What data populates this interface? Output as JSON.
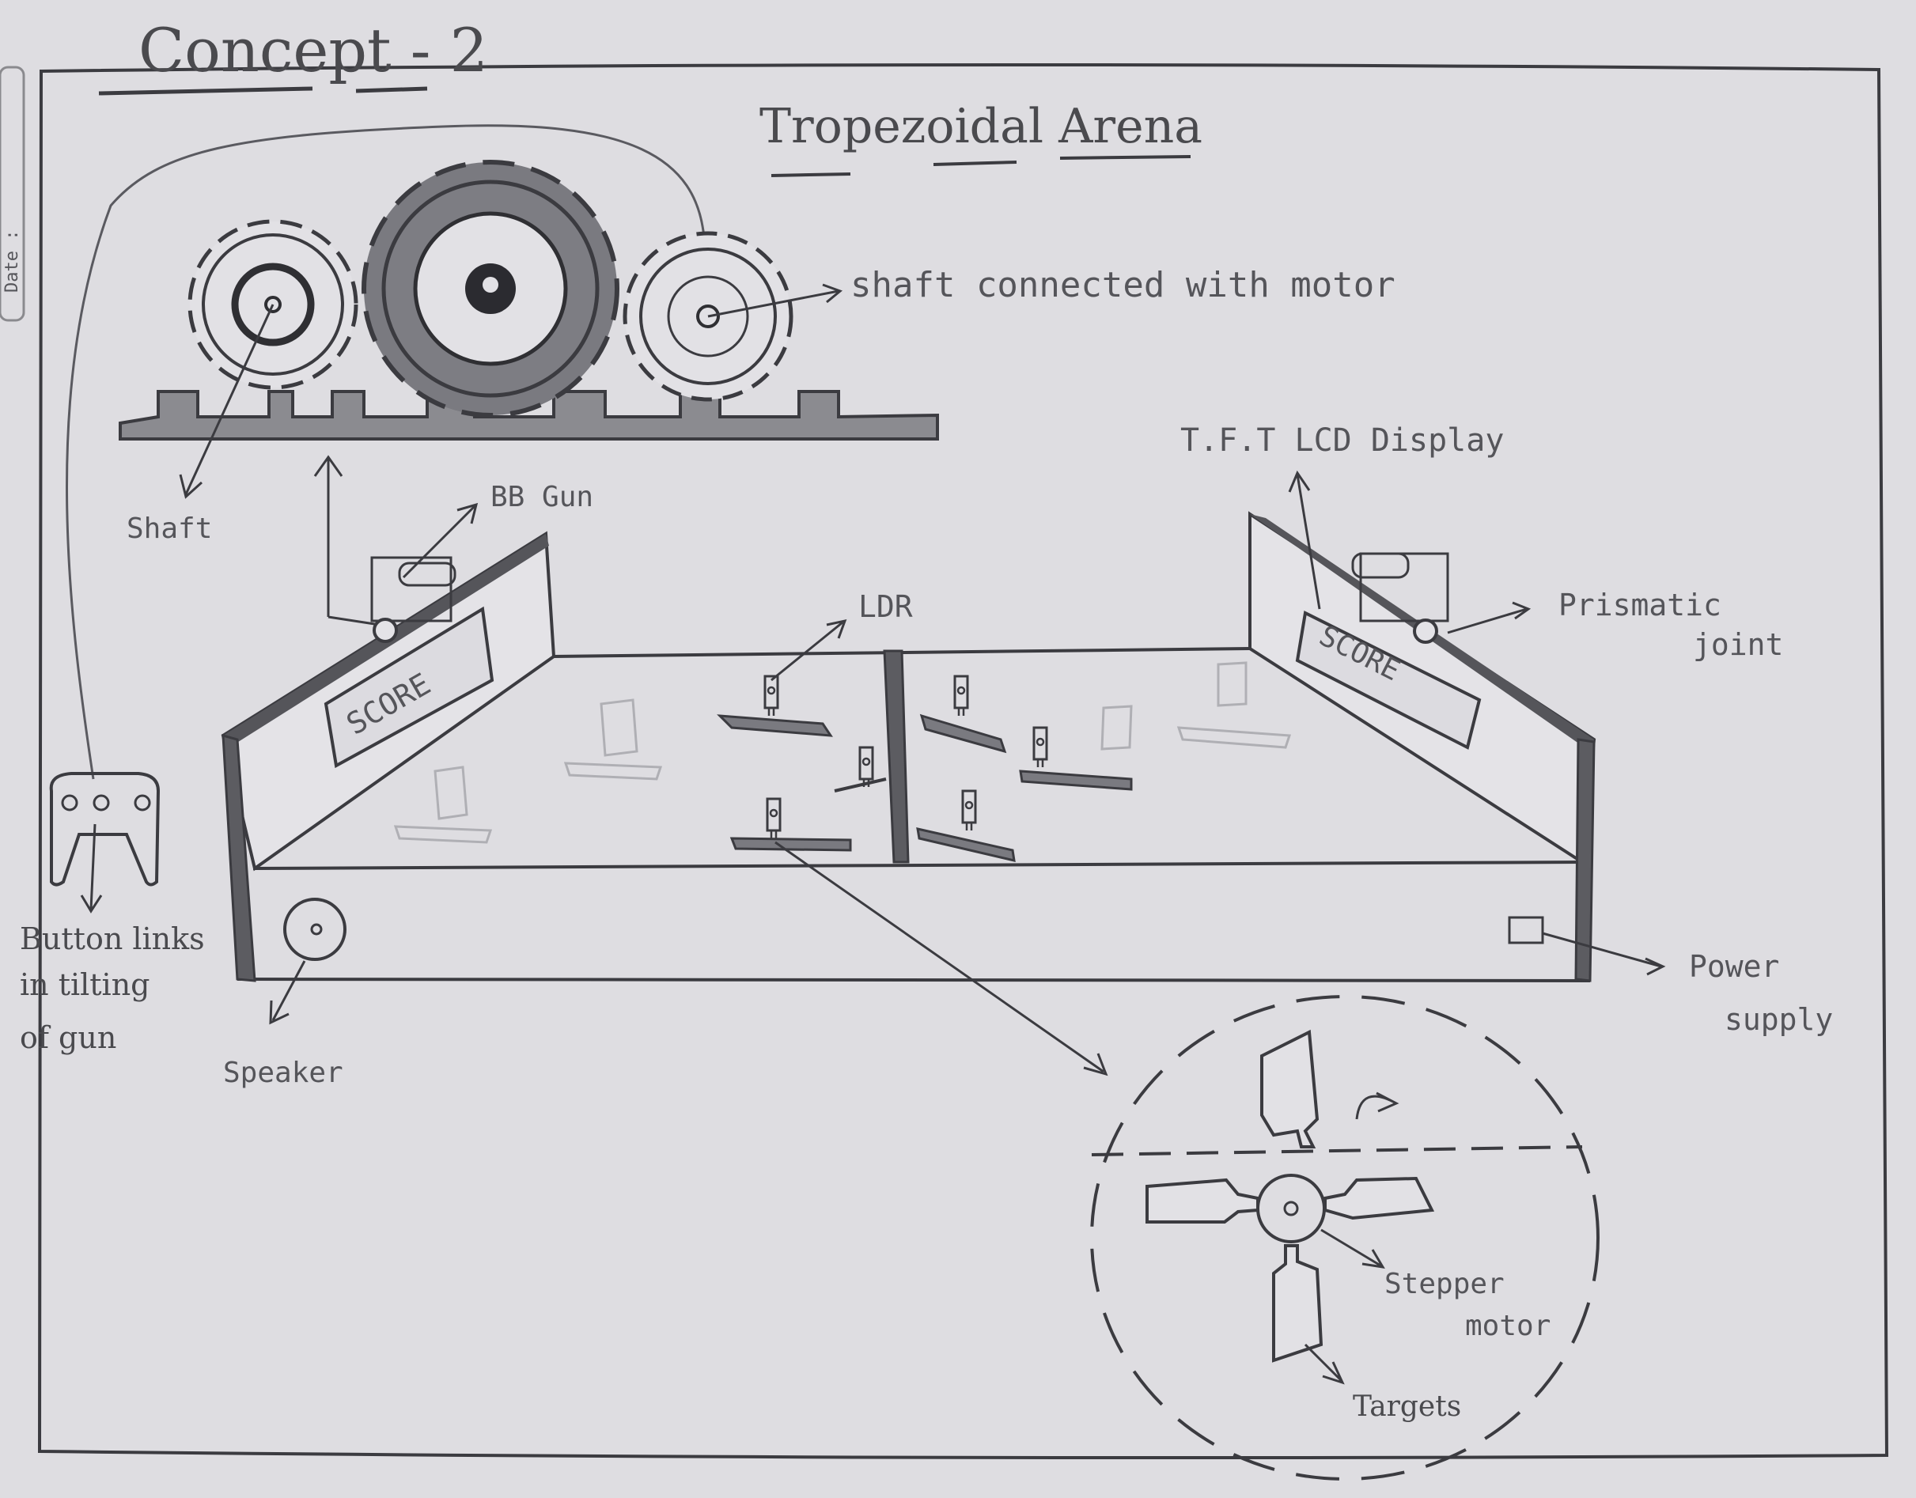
{
  "sheet": {
    "title": "Concept - 2",
    "margin_tag": "Date :",
    "colors": {
      "paper": "#dedde1",
      "pencil": "#3b3b40",
      "shade": "#6f6f74"
    }
  },
  "diagram": {
    "heading": "Tropezoidal Arena",
    "labels": {
      "shaft_motor": "shaft connected with motor",
      "shaft": "Shaft",
      "bb_gun": "BB Gun",
      "lcd": "T.F.T LCD Display",
      "ldr": "LDR",
      "prismatic_1": "Prismatic",
      "prismatic_2": "joint",
      "button_1": "Button links",
      "button_2": "in tilting",
      "button_3": "of gun",
      "speaker": "Speaker",
      "power_1": "Power",
      "power_2": "supply",
      "stepper_1": "Stepper",
      "stepper_2": "motor",
      "targets": "Targets"
    },
    "score_left": "SCORE",
    "score_right": "SCORE",
    "icons": [
      "gear-icon",
      "controller-icon",
      "speaker-icon",
      "stepper-motor-icon",
      "target-icon"
    ]
  }
}
